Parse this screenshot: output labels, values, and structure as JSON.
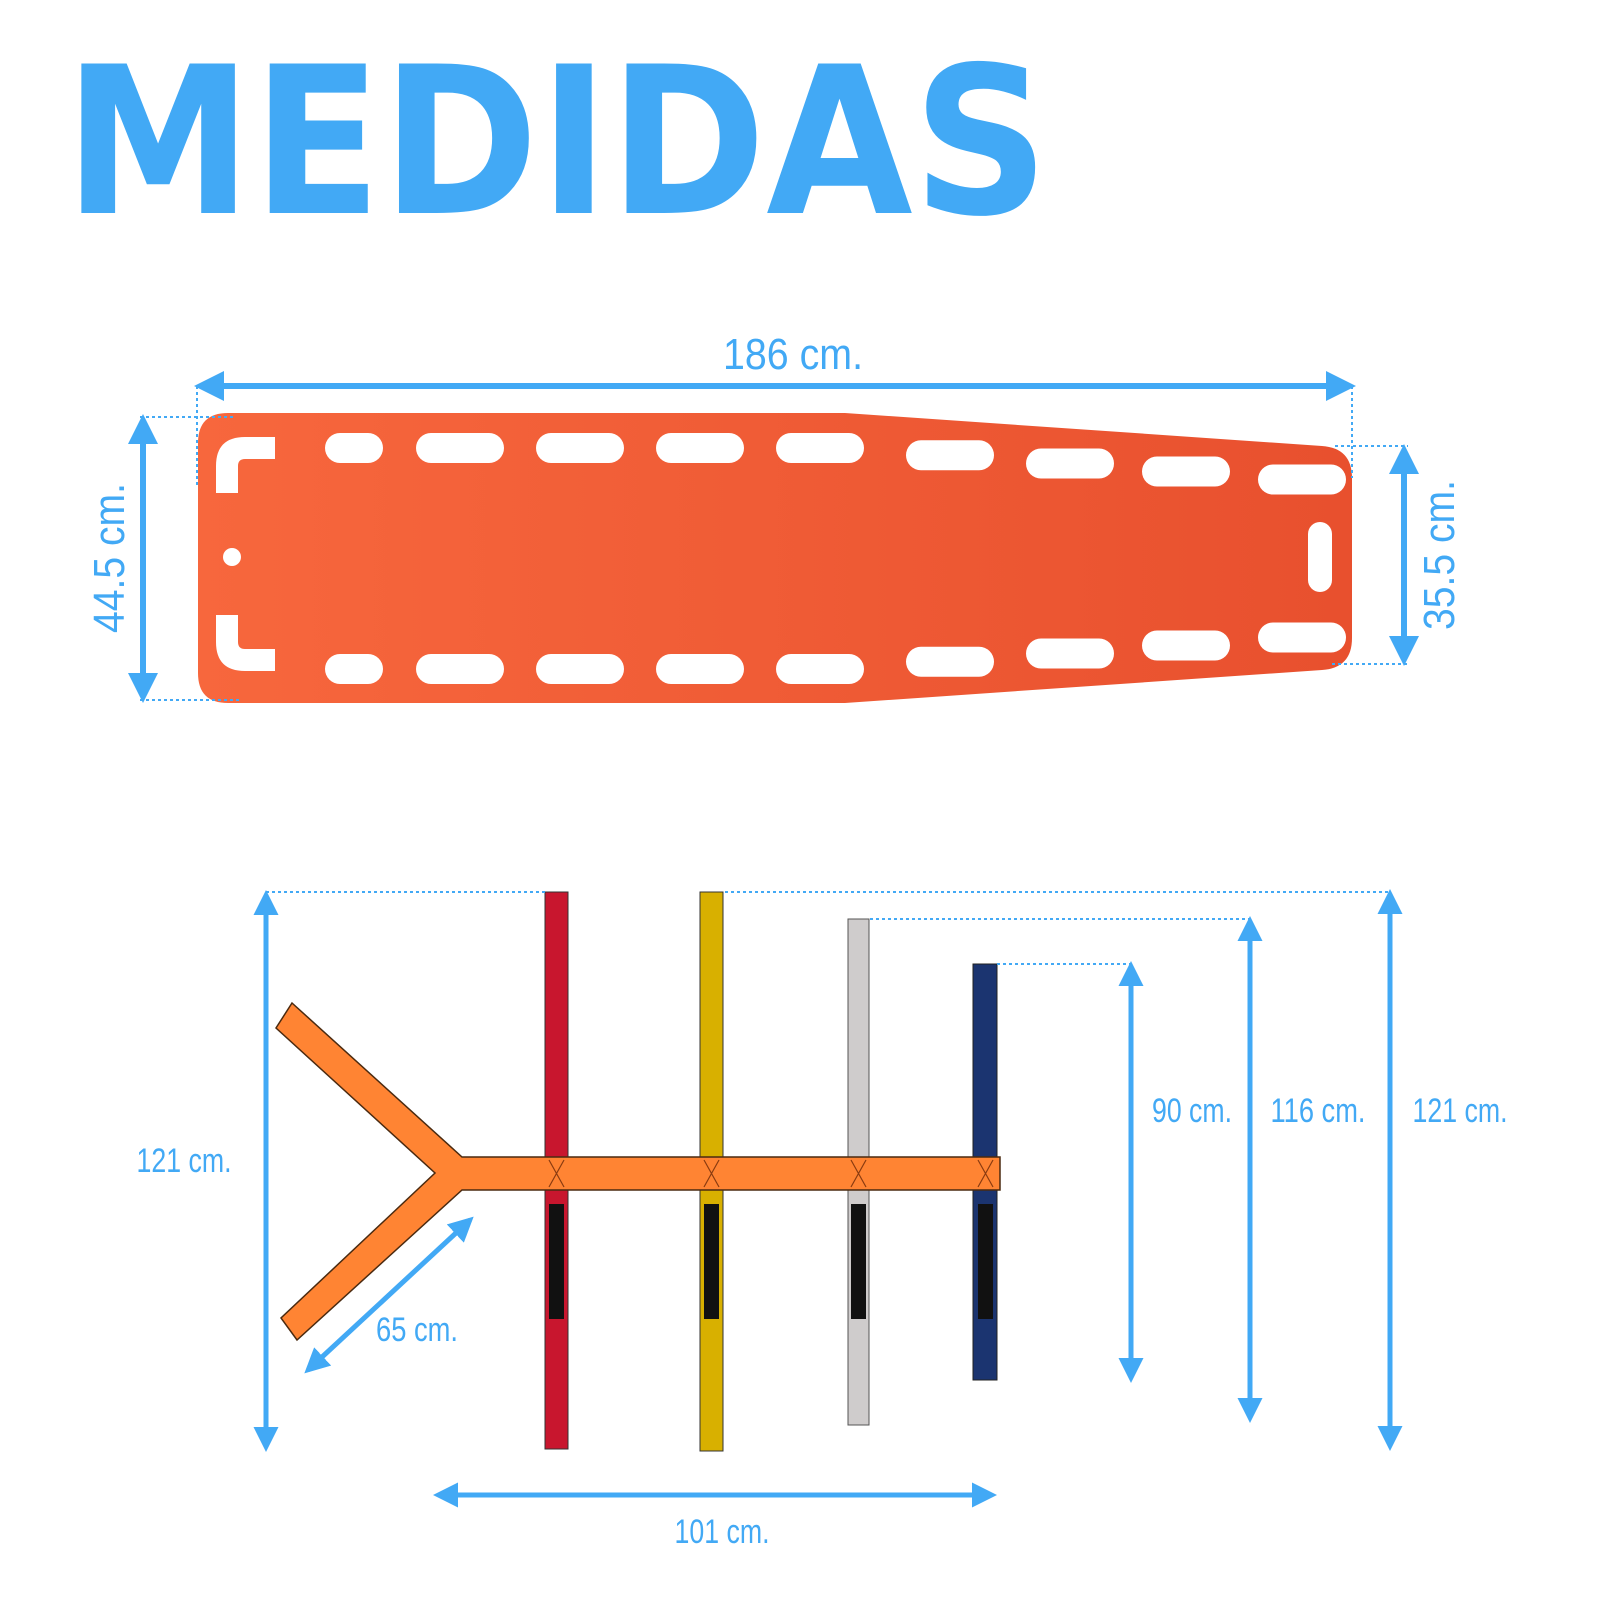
{
  "title": "MEDIDAS",
  "colors": {
    "accent": "#42a9f5",
    "board": "#f06338",
    "strap_red": "#c8162e",
    "strap_yellow": "#d8b000",
    "strap_grey": "#cfcccc",
    "strap_navy": "#1b3470",
    "spider_orange": "#ff8433",
    "velcro": "#111111"
  },
  "board": {
    "length_label": "186 cm.",
    "left_width_label": "44.5 cm.",
    "right_width_label": "35.5 cm."
  },
  "spider_straps": {
    "height_total_label": "121 cm.",
    "diagonal_label": "65 cm.",
    "spine_label": "101 cm.",
    "strap_labels": [
      "90 cm.",
      "116 cm.",
      "121 cm."
    ]
  }
}
